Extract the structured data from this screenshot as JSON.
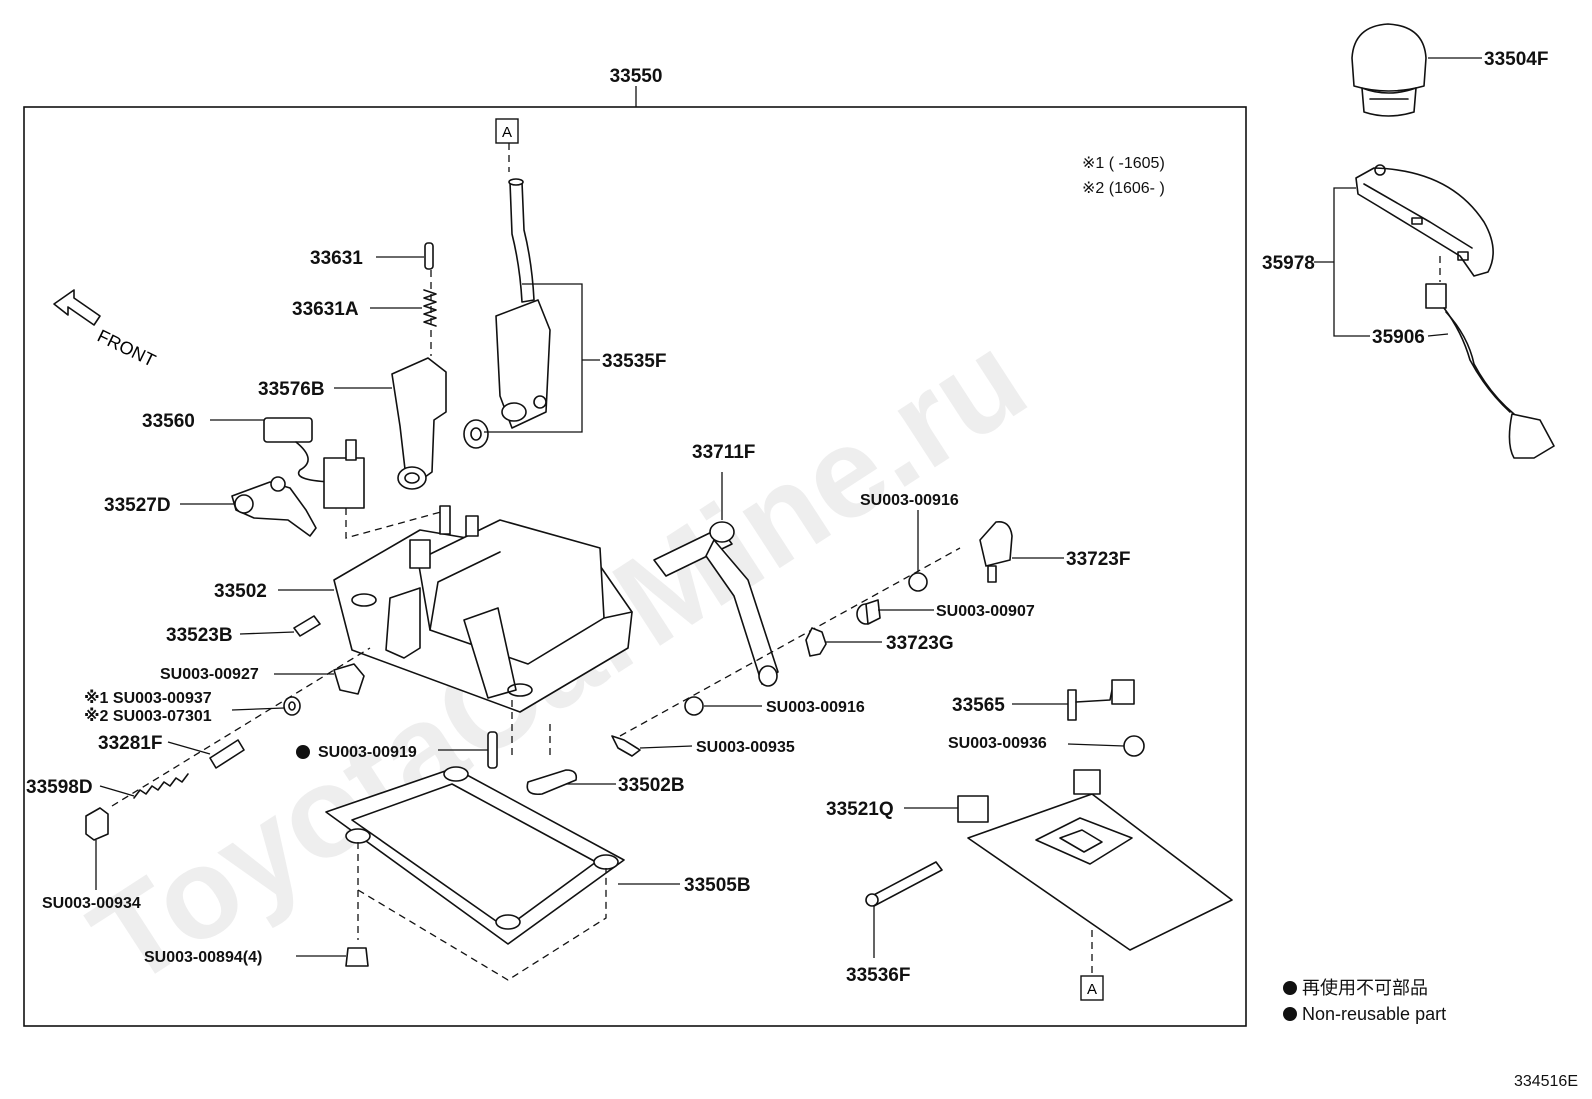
{
  "diagram": {
    "assembly_label": "33550",
    "watermark": "ToyotaCarMine.ru",
    "front_label": "FRONT",
    "connector_label": "A",
    "notes": [
      {
        "mark": "※1",
        "text": "※1 (      -1605)"
      },
      {
        "mark": "※2",
        "text": "※2 (1606-      )"
      }
    ],
    "legend": {
      "jp": "再使用不可部品",
      "en": "Non-reusable part"
    },
    "figure_code": "334516E",
    "parts": {
      "p33504F": "33504F",
      "p35978": "35978",
      "p35906": "35906",
      "p33631": "33631",
      "p33631A": "33631A",
      "p33535F": "33535F",
      "p33576B": "33576B",
      "p33560": "33560",
      "p33527D": "33527D",
      "p33711F": "33711F",
      "su00916a": "SU003-00916",
      "p33723F": "33723F",
      "p33502": "33502",
      "su00907": "SU003-00907",
      "p33523B": "33523B",
      "p33723G": "33723G",
      "su00927": "SU003-00927",
      "su00937": "※1 SU003-00937",
      "su07301": "※2 SU003-07301",
      "su00916b": "SU003-00916",
      "p33565": "33565",
      "p33281F": "33281F",
      "su00919": "SU003-00919",
      "su00935": "SU003-00935",
      "su00936": "SU003-00936",
      "p33598D": "33598D",
      "p33502B": "33502B",
      "p33521Q": "33521Q",
      "su00934": "SU003-00934",
      "p33505B": "33505B",
      "su00894": "SU003-00894(4)",
      "p33536F": "33536F"
    }
  }
}
